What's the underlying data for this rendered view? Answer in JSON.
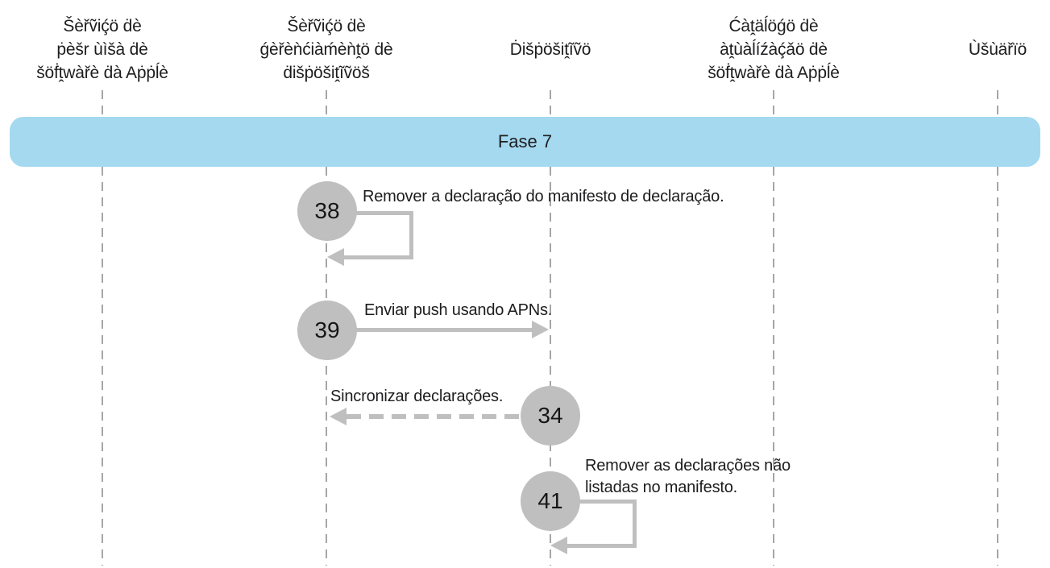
{
  "diagram": {
    "phase": {
      "label": "Fase 7"
    },
    "actors": [
      {
        "name": "apple-software-lookup-service",
        "lines": [
          "Šèřṽiḉö ḋè",
          "ṗèšr ùìšà ḋè",
          "šöḟṱwàřè ḋà Aṗṗĺè"
        ]
      },
      {
        "name": "device-management-service",
        "lines": [
          "Šèřṽiḉö ḋè",
          "ǵèřèǹćiàḿèǹṱö ḋè",
          "ḋišṗöšiṱĩṽöš"
        ]
      },
      {
        "name": "device",
        "lines": [
          "Ḋišṗöšiṱĩṽö"
        ]
      },
      {
        "name": "apple-software-update-catalog",
        "lines": [
          "Ćàṱäĺöǵö ḋè",
          "àṱùàĺíźàḉǎö ḋè",
          "šöḟṱwàřè ḋà Aṗṗĺè"
        ]
      },
      {
        "name": "user",
        "lines": [
          "Ùšùäřïö"
        ]
      }
    ],
    "steps": [
      {
        "number": "38",
        "label": "Remover a declaração do manifesto de declaração.",
        "type": "self-loop"
      },
      {
        "number": "39",
        "label": "Enviar push usando APNs.",
        "type": "solid-arrow-right"
      },
      {
        "number": "34",
        "label": "Sincronizar declarações.",
        "type": "dashed-arrow-left"
      },
      {
        "number": "41",
        "label": "Remover as declarações não\nlistadas no manifesto.",
        "type": "self-loop"
      }
    ],
    "colors": {
      "banner": "#a4d9ef",
      "circle": "#bfbfbf",
      "arrow": "#bfbfbf",
      "lifeline": "#a6a6a6",
      "text": "#1d1d1f"
    }
  }
}
